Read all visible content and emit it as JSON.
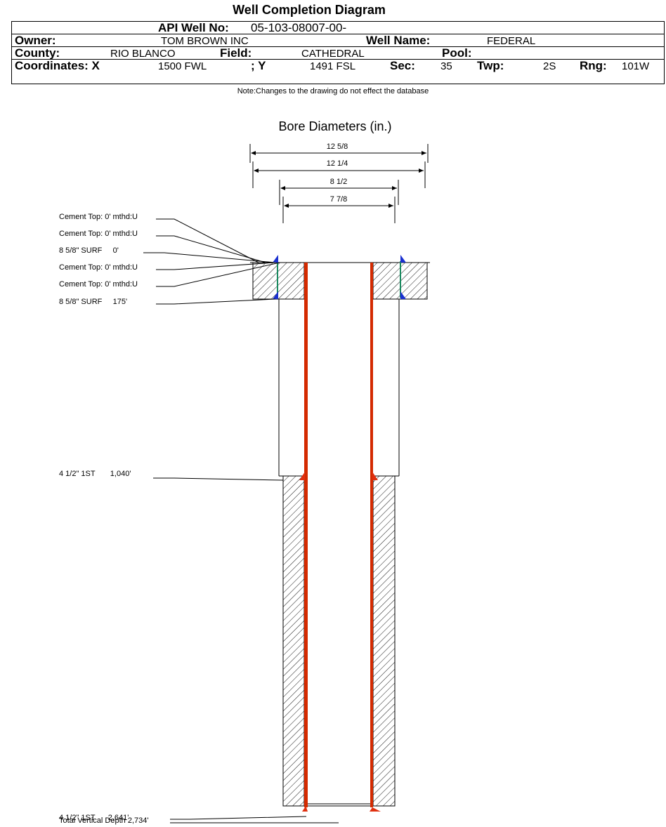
{
  "title": "Well Completion Diagram",
  "header": {
    "api_label": "API Well No:",
    "api_value": "05-103-08007-00-",
    "owner_label": "Owner:",
    "owner_value": "TOM BROWN INC",
    "well_name_label": "Well Name:",
    "well_name_value": "FEDERAL",
    "county_label": "County:",
    "county_value": "RIO BLANCO",
    "field_label": "Field:",
    "field_value": "CATHEDRAL",
    "pool_label": "Pool:",
    "pool_value": "",
    "coord_x_label": "Coordinates: X",
    "coord_x_value": "1500 FWL",
    "coord_y_label": "; Y",
    "coord_y_value": "1491 FSL",
    "sec_label": "Sec:",
    "sec_value": "35",
    "twp_label": "Twp:",
    "twp_value": "2S",
    "rng_label": "Rng:",
    "rng_value": "101W"
  },
  "note": "Note:Changes to the drawing do not effect the database",
  "bore": {
    "title": "Bore Diameters (in.)",
    "diameters": [
      "12 5/8",
      "12 1/4",
      "8 1/2",
      "7 7/8"
    ]
  },
  "labels": {
    "cement_top_1": "Cement Top: 0' mthd:U",
    "cement_top_2": "Cement Top: 0' mthd:U",
    "surf_casing_top": "8 5/8\" SURF     0'",
    "cement_top_3": "Cement Top: 0' mthd:U",
    "cement_top_4": "Cement Top: 0' mthd:U",
    "surf_casing_shoe": "8 5/8\" SURF     175'",
    "prod_casing_mid": "4 1/2\" 1ST       1,040'",
    "prod_casing_shoe": "4 1/2\" 1ST      2,641'",
    "total_depth": "Total Vertical Depth 2,734'"
  },
  "colors": {
    "casing": "#d42a00",
    "shoe_red": "#e03010",
    "shoe_blue": "#1a30d0",
    "liner": "#1a8a60"
  }
}
